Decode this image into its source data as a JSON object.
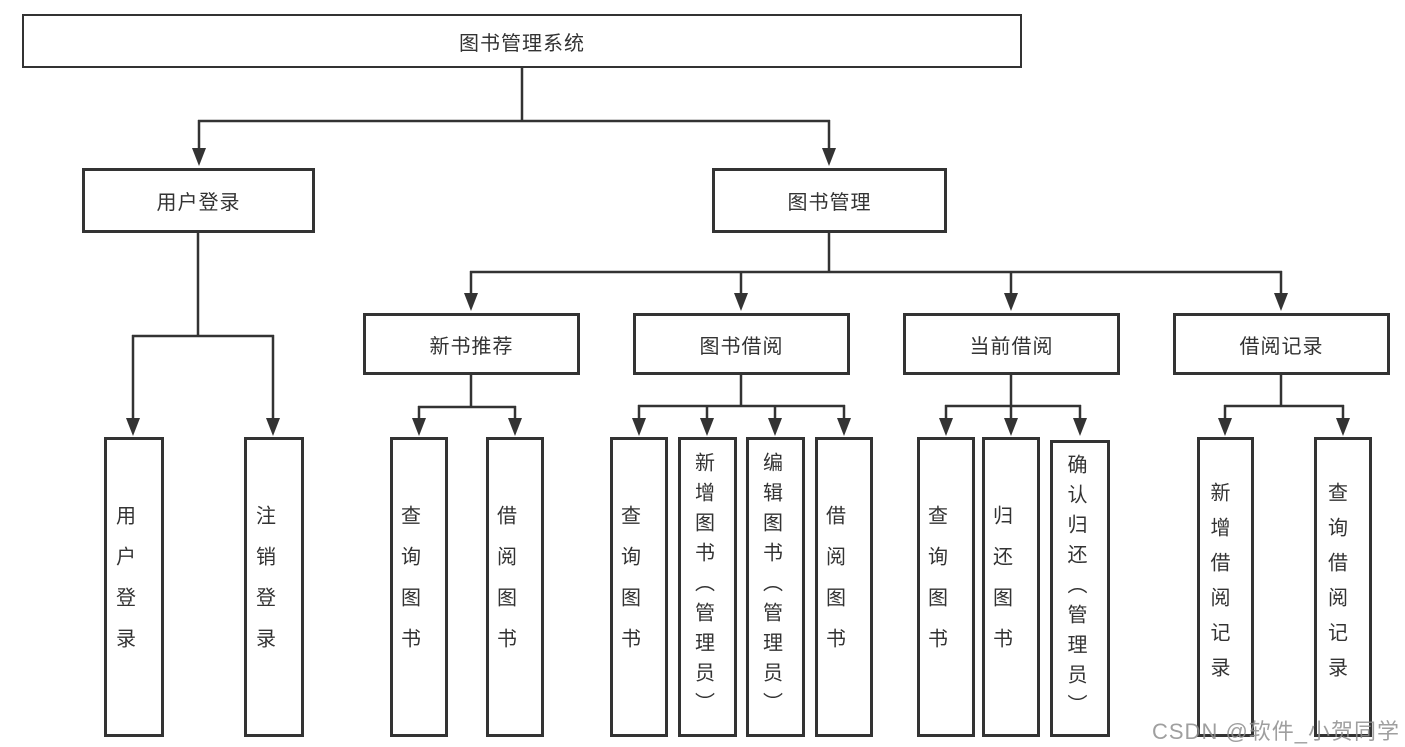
{
  "diagram": {
    "type": "functional-structure-tree",
    "colors": {
      "line": "#333333",
      "border": "#333333",
      "text": "#333333",
      "background": "#ffffff",
      "watermark": "#8e8e8e"
    },
    "tree": {
      "label": "图书管理系统",
      "children": [
        {
          "label": "用户登录",
          "children": [
            {
              "label": "用户登录"
            },
            {
              "label": "注销登录"
            }
          ]
        },
        {
          "label": "图书管理",
          "children": [
            {
              "label": "新书推荐",
              "children": [
                {
                  "label": "查询图书"
                },
                {
                  "label": "借阅图书"
                }
              ]
            },
            {
              "label": "图书借阅",
              "children": [
                {
                  "label": "查询图书"
                },
                {
                  "label": "新增图书（管理员）"
                },
                {
                  "label": "编辑图书（管理员）"
                },
                {
                  "label": "借阅图书"
                }
              ]
            },
            {
              "label": "当前借阅",
              "children": [
                {
                  "label": "查询图书"
                },
                {
                  "label": "归还图书"
                },
                {
                  "label": "确认归还（管理员）"
                }
              ]
            },
            {
              "label": "借阅记录",
              "children": [
                {
                  "label": "新增借阅记录"
                },
                {
                  "label": "查询借阅记录"
                }
              ]
            }
          ]
        }
      ]
    },
    "watermark": {
      "text": "CSDN @软件_小贺同学"
    }
  }
}
